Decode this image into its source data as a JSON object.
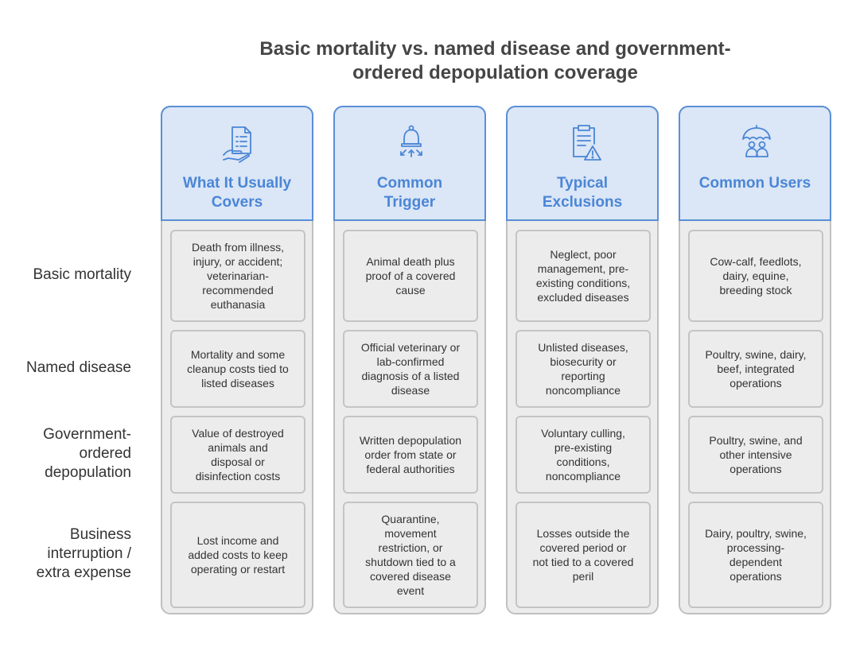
{
  "title": {
    "line1": "Basic mortality vs. named disease and government-",
    "line2": "ordered depopulation coverage"
  },
  "rows": [
    {
      "line1": "Basic mortality"
    },
    {
      "line1": "Named disease"
    },
    {
      "line1": "Government-",
      "line2": "ordered",
      "line3": "depopulation"
    },
    {
      "line1": "Business",
      "line2": "interruption /",
      "line3": "extra expense"
    }
  ],
  "columns": [
    {
      "icon": "hand-document-icon",
      "title_line1": "What It Usually",
      "title_line2": "Covers",
      "cells": [
        [
          "Death from illness,",
          "injury, or accident;",
          "veterinarian-",
          "recommended",
          "euthanasia"
        ],
        [
          "Mortality and some",
          "cleanup costs tied to",
          "listed diseases"
        ],
        [
          "Value of destroyed",
          "animals and",
          "disposal or",
          "disinfection costs"
        ],
        [
          "Lost income and",
          "added costs to keep",
          "operating or restart"
        ]
      ]
    },
    {
      "icon": "alarm-bell-icon",
      "title_line1": "Common",
      "title_line2": "Trigger",
      "cells": [
        [
          "Animal death plus",
          "proof of a covered",
          "cause"
        ],
        [
          "Official veterinary or",
          "lab-confirmed",
          "diagnosis of a listed",
          "disease"
        ],
        [
          "Written depopulation",
          "order from state or",
          "federal authorities"
        ],
        [
          "Quarantine,",
          "movement",
          "restriction, or",
          "shutdown tied to a",
          "covered disease",
          "event"
        ]
      ]
    },
    {
      "icon": "clipboard-warning-icon",
      "title_line1": "Typical",
      "title_line2": "Exclusions",
      "cells": [
        [
          "Neglect, poor",
          "management, pre-",
          "existing conditions,",
          "excluded diseases"
        ],
        [
          "Unlisted diseases,",
          "biosecurity or",
          "reporting",
          "noncompliance"
        ],
        [
          "Voluntary culling,",
          "pre-existing",
          "conditions,",
          "noncompliance"
        ],
        [
          "Losses outside the",
          "covered period or",
          "not tied to a covered",
          "peril"
        ]
      ]
    },
    {
      "icon": "umbrella-people-icon",
      "title_line1": "Common Users",
      "title_line2": "",
      "cells": [
        [
          "Cow-calf, feedlots,",
          "dairy, equine,",
          "breeding stock"
        ],
        [
          "Poultry, swine, dairy,",
          "beef, integrated",
          "operations"
        ],
        [
          "Poultry, swine, and",
          "other intensive",
          "operations"
        ],
        [
          "Dairy, poultry, swine,",
          "processing-",
          "dependent",
          "operations"
        ]
      ]
    }
  ],
  "colors": {
    "header_fill": "#dbe6f6",
    "header_border": "#5a8fd6",
    "header_text": "#4a86d6",
    "column_fill": "#ececec",
    "cell_border": "#c4c4c4",
    "body_text": "#333333",
    "title_text": "#454545"
  }
}
